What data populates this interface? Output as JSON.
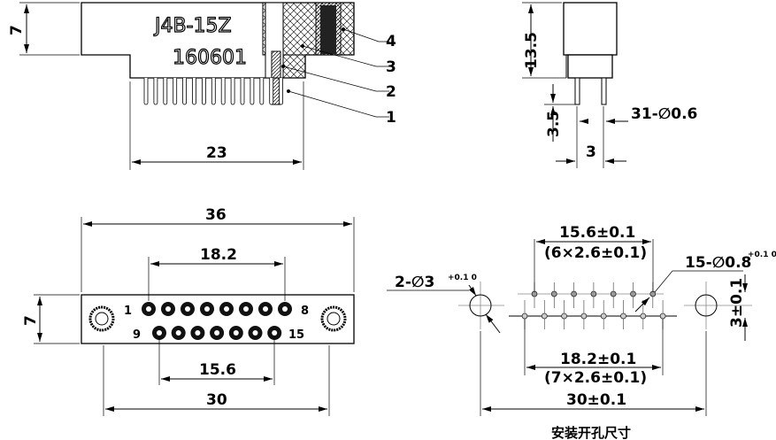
{
  "side_view": {
    "part_number": "J4B-15Z",
    "date_code": "160601",
    "height_dim": "7",
    "width_dim": "23",
    "callouts": [
      "1",
      "2",
      "3",
      "4"
    ]
  },
  "end_view": {
    "height_dim": "13.5",
    "pin_length_dim": "3.5",
    "pitch_dim": "3",
    "pin_spec": "31-∅0.6"
  },
  "front_view": {
    "overall_width": "36",
    "top_row_span": "18.2",
    "height_dim": "7",
    "bottom_row_span": "15.6",
    "mount_spacing": "30",
    "pin_labels": {
      "first": "1",
      "eighth": "8",
      "ninth": "9",
      "last": "15"
    }
  },
  "panel_cutout": {
    "top_span": "15.6±0.1",
    "top_pitch": "(6×2.6±0.1)",
    "bottom_span": "18.2±0.1",
    "bottom_pitch": "(7×2.6±0.1)",
    "mount_spacing": "30±0.1",
    "mount_hole": "2-∅3",
    "mount_hole_tol": "+0.1 0",
    "pin_hole": "15-∅0.8",
    "pin_hole_tol": "+0.1 0",
    "row_offset": "3±0.1",
    "caption": "安装开孔尺寸"
  }
}
